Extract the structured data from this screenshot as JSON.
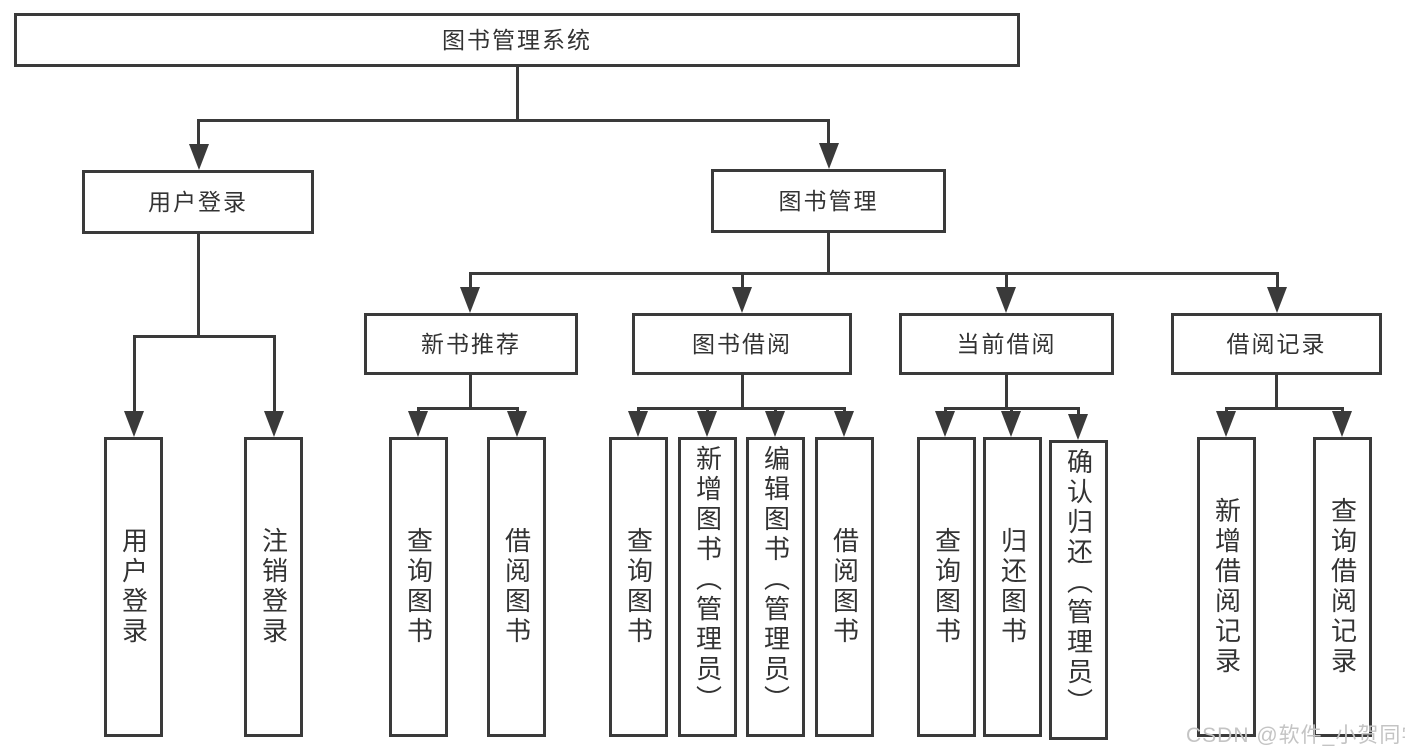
{
  "diagram": {
    "root": "图书管理系统",
    "level1": {
      "user_login": "用户登录",
      "book_mgmt": "图书管理"
    },
    "level2": {
      "new_book": "新书推荐",
      "borrow": "图书借阅",
      "current": "当前借阅",
      "records": "借阅记录"
    },
    "leaves": {
      "user_login": [
        "用户登录",
        "注销登录"
      ],
      "new_book": [
        "查询图书",
        "借阅图书"
      ],
      "borrow": [
        "查询图书",
        "新增图书（管理员）",
        "编辑图书（管理员）",
        "借阅图书"
      ],
      "current": [
        "查询图书",
        "归还图书",
        "确认归还（管理员）"
      ],
      "records": [
        "新增借阅记录",
        "查询借阅记录"
      ]
    }
  },
  "watermark": {
    "text": "CSDN @软件_小贺同学"
  },
  "colors": {
    "line": "#3a3a3a",
    "text": "#333333",
    "background": "#ffffff",
    "watermark": "#c4c4c4"
  }
}
